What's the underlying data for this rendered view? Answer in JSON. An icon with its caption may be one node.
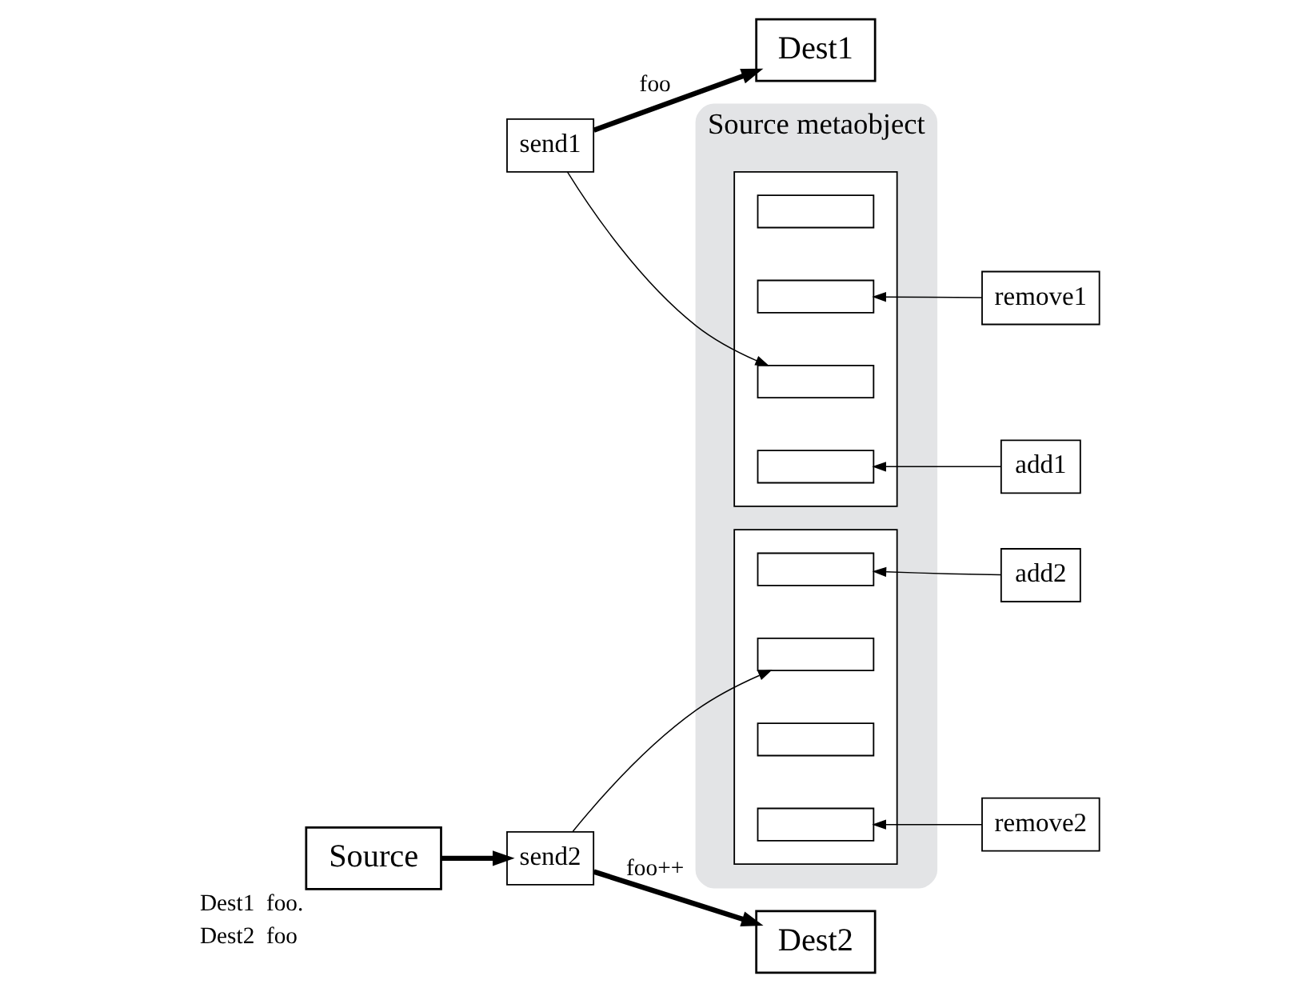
{
  "diagram": {
    "nodes": [
      {
        "text": [
          "Source metaobject"
        ]
      },
      {
        "text": [
          "remove1"
        ]
      },
      {
        "text": [],
        "shape": "box",
        "in": 0
      },
      {
        "text": [],
        "shape": "box",
        "in": 2
      },
      {
        "text": [],
        "shape": "box",
        "in": 2
      },
      {
        "text": [],
        "shape": "box",
        "in": 2
      },
      {
        "text": [],
        "shape": "box",
        "in": 2
      },
      {
        "text": [
          "add1"
        ]
      },
      {
        "text": [
          "send1"
        ]
      },
      {
        "text": [
          "send2"
        ]
      },
      {
        "text": [],
        "shape": "box",
        "in": 0
      },
      {
        "text": [],
        "shape": "box",
        "in": 10
      },
      {
        "text": [],
        "shape": "box",
        "in": 10
      },
      {
        "text": [],
        "shape": "box",
        "in": 10
      },
      {
        "text": [],
        "shape": "box",
        "in": 10
      },
      {
        "text": [
          "add2"
        ]
      },
      {
        "text": [
          "remove2"
        ]
      },
      {
        "text": [
          "Dest1"
        ]
      },
      {
        "text": [
          "Source"
        ],
        "beside": [
          "Dest1  foo.",
          "Dest2  foo"
        ]
      },
      {
        "text": [
          "Dest2"
        ]
      }
    ],
    "edges": [
      {
        "from": 1,
        "to": 4,
        "arrow": "to"
      },
      {
        "from": 8,
        "to": 5,
        "arrow": "to"
      },
      {
        "from": 7,
        "to": 6,
        "arrow": "to"
      },
      {
        "from": 8,
        "to": 17,
        "arrow": "to",
        "label": "foo",
        "style": "thick"
      },
      {
        "from": 15,
        "to": 11,
        "arrow": "to"
      },
      {
        "from": 9,
        "to": 12,
        "arrow": "to"
      },
      {
        "from": 16,
        "to": 14,
        "arrow": "to"
      },
      {
        "from": 9,
        "to": 19,
        "arrow": "to",
        "label": "foo++",
        "style": "thick"
      },
      {
        "from": 18,
        "to": 9,
        "arrow": "to",
        "style": "thick"
      }
    ]
  }
}
